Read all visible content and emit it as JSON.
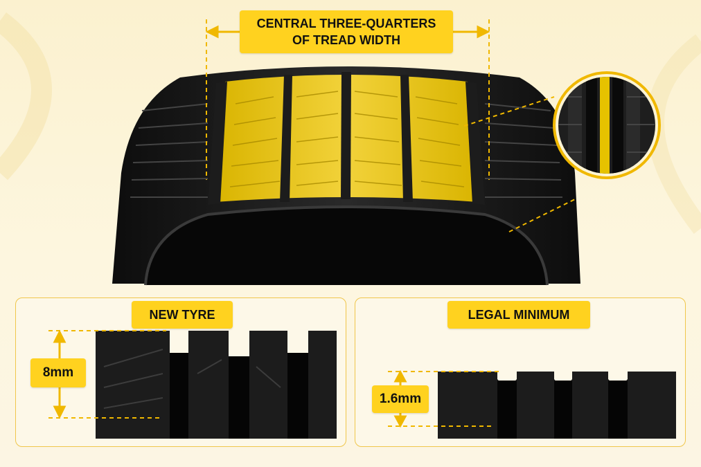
{
  "header": {
    "title_line1": "CENTRAL THREE-QUARTERS",
    "title_line2": "OF TREAD WIDTH"
  },
  "panels": {
    "new_tyre": {
      "title": "NEW TYRE",
      "depth_label": "8mm"
    },
    "legal_minimum": {
      "title": "LEGAL MINIMUM",
      "depth_label": "1.6mm"
    }
  },
  "colors": {
    "accent": "#ffd21f",
    "tyre": "#1b1b1b",
    "background": "#fbf1cf"
  }
}
